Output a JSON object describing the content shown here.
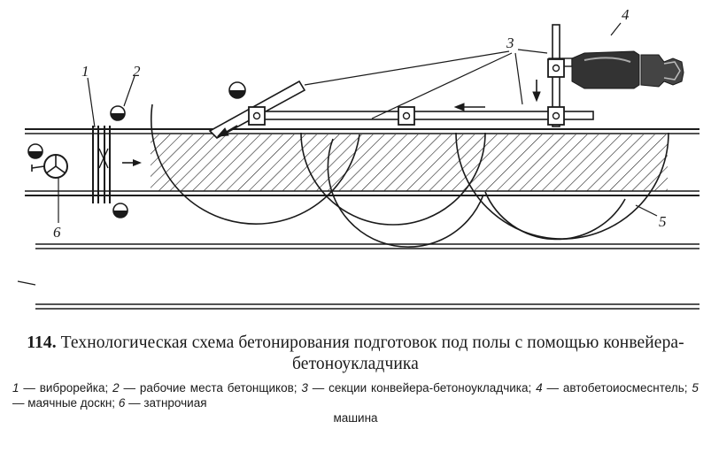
{
  "figure": {
    "number": "114.",
    "title": "Технологическая схема бетонирования подготовок под полы с помощью конвейера-бетоноукладчика"
  },
  "callouts": {
    "c1": "1",
    "c2": "2",
    "c3": "3",
    "c4": "4",
    "c5": "5",
    "c6": "6"
  },
  "legend": {
    "i1": {
      "num": "1",
      "text": "— виброрейка;"
    },
    "i2": {
      "num": "2",
      "text": "— рабочие места бетонщиков;"
    },
    "i3": {
      "num": "3",
      "text": "— секции конвейера-бетоноукладчика;"
    },
    "i4": {
      "num": "4",
      "text": "— автобетоиосмеснтель;"
    },
    "i5": {
      "num": "5",
      "text": "— маячные доскн;"
    },
    "i6": {
      "num": "6",
      "text": "— затнрочиая"
    },
    "tail": "машина"
  }
}
